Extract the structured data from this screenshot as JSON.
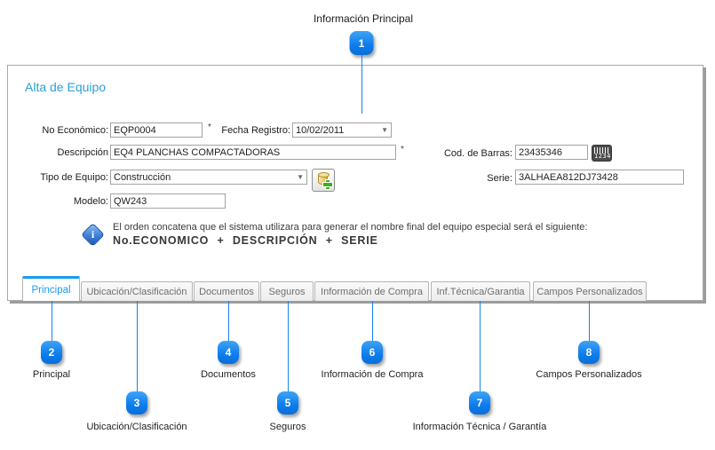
{
  "colors": {
    "accent_blue": "#189bf2",
    "callout_blue": "#0d7cec",
    "title_blue": "#2b9fd8",
    "panel_border": "#a9a9a9",
    "shadow_gray": "#9c9c9c"
  },
  "callout_top": {
    "number": "1",
    "label": "Información Principal"
  },
  "panel": {
    "title": "Alta de Equipo"
  },
  "form": {
    "fields": {
      "no_economico": {
        "label": "No Económico:",
        "value": "EQP0004",
        "required_marker": "*"
      },
      "fecha_registro": {
        "label": "Fecha Registro:",
        "value": "10/02/2011",
        "arrow": "▼"
      },
      "descripcion": {
        "label": "Descripción",
        "value": "EQ4 PLANCHAS COMPACTADORAS",
        "required_marker": "*"
      },
      "cod_barras": {
        "label": "Cod. de Barras:",
        "value": "23435346",
        "icon_digits": "1234"
      },
      "tipo_equipo": {
        "label": "Tipo de Equipo:",
        "value": "Construcción",
        "arrow": "▼"
      },
      "serie": {
        "label": "Serie:",
        "value": "3ALHAEA812DJ73428"
      },
      "modelo": {
        "label": "Modelo:",
        "value": "QW243"
      }
    },
    "note": {
      "text": "El orden  concatena que el sistema utilizara para generar el nombre final del equipo especial  será el siguiente:",
      "formula": "No.ECONOMICO  +  DESCRIPCIÓN  + SERIE",
      "info_glyph": "i"
    }
  },
  "tabs": [
    {
      "label": "Principal",
      "active": true
    },
    {
      "label": "Ubicación/Clasificación",
      "active": false
    },
    {
      "label": "Documentos",
      "active": false
    },
    {
      "label": "Seguros",
      "active": false
    },
    {
      "label": "Información de Compra",
      "active": false
    },
    {
      "label": "Inf.Técnica/Garantia",
      "active": false
    },
    {
      "label": "Campos Personalizados",
      "active": false
    }
  ],
  "callouts": [
    {
      "number": "2",
      "label": "Principal"
    },
    {
      "number": "3",
      "label": "Ubicación/Clasificación"
    },
    {
      "number": "4",
      "label": "Documentos"
    },
    {
      "number": "5",
      "label": "Seguros"
    },
    {
      "number": "6",
      "label": "Información de Compra"
    },
    {
      "number": "7",
      "label": "Información Técnica / Garantía"
    },
    {
      "number": "8",
      "label": "Campos Personalizados"
    }
  ]
}
